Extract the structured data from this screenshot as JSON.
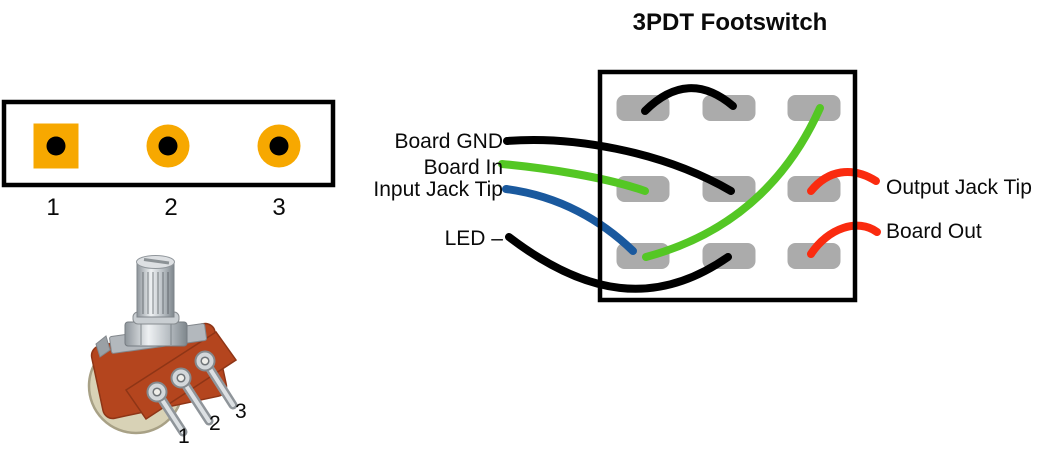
{
  "title": "3PDT Footswitch",
  "board": {
    "pin_labels": [
      "1",
      "2",
      "3"
    ]
  },
  "potentiometer": {
    "pin_labels": [
      "1",
      "2",
      "3"
    ]
  },
  "footswitch": {
    "left_labels": [
      "Board GND",
      "Board In",
      "Input Jack Tip",
      "LED –"
    ],
    "right_labels": [
      "Output Jack Tip",
      "Board Out"
    ]
  },
  "wires": [
    {
      "name": "black-jumper",
      "color": "black",
      "from": "top-left lug",
      "to": "top-middle lug"
    },
    {
      "name": "board-gnd",
      "label": "Board GND",
      "color": "black",
      "to": "middle-center lug"
    },
    {
      "name": "board-in",
      "label": "Board In",
      "color": "green",
      "to": "middle-left lug"
    },
    {
      "name": "input-jack-tip",
      "label": "Input Jack Tip",
      "color": "blue",
      "to": "bottom-left lug"
    },
    {
      "name": "led-neg",
      "label": "LED –",
      "color": "black",
      "to": "bottom-middle lug"
    },
    {
      "name": "green-jumper",
      "color": "green",
      "from": "bottom-left lug",
      "to": "top-right lug"
    },
    {
      "name": "output-jack-tip",
      "label": "Output Jack Tip",
      "color": "red",
      "to": "middle-right lug"
    },
    {
      "name": "board-out",
      "label": "Board Out",
      "color": "red",
      "to": "bottom-right lug"
    }
  ],
  "colors": {
    "black": "#000000",
    "wire_green": "#54C724",
    "wire_blue": "#1A599E",
    "wire_red": "#FA2B0F",
    "lug_gray": "#ABABAB",
    "pad_orange": "#F7A800",
    "pot_body": "#B4451E",
    "pot_back": "#D8D2B6"
  }
}
